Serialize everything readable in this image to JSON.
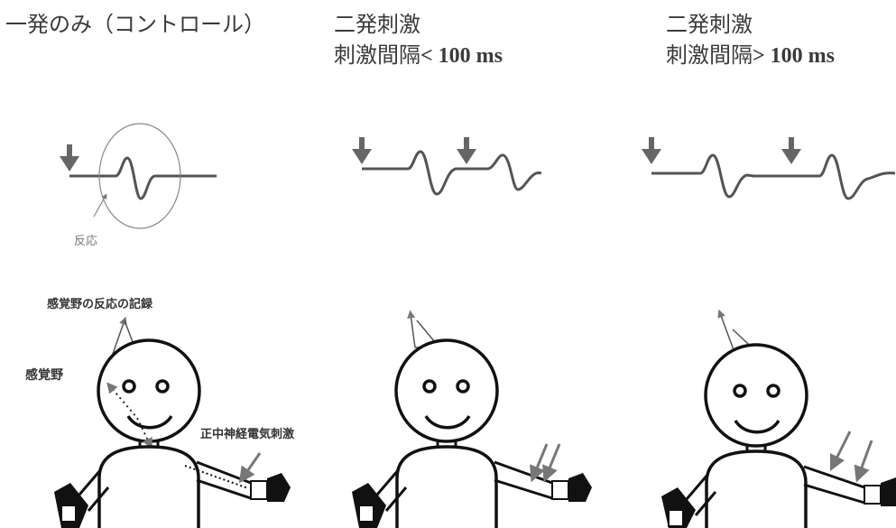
{
  "panels": [
    {
      "title_line1": "一発のみ（コントロール）",
      "title_line2": ""
    },
    {
      "title_line1": "二発刺激",
      "title_line2_prefix": "刺激間隔",
      "title_line2_value": "< 100 ms"
    },
    {
      "title_line1": "二発刺激",
      "title_line2_prefix": "刺激間隔",
      "title_line2_value": "> 100 ms"
    }
  ],
  "labels": {
    "response": "反応",
    "recording": "感覚野の反応の記録",
    "sensory_cortex": "感覚野",
    "median_nerve_stimulation": "正中神経電気刺激"
  },
  "colors": {
    "stroke": "#555555",
    "arrow": "#666666",
    "ellipse": "#999999",
    "text": "#333333"
  }
}
